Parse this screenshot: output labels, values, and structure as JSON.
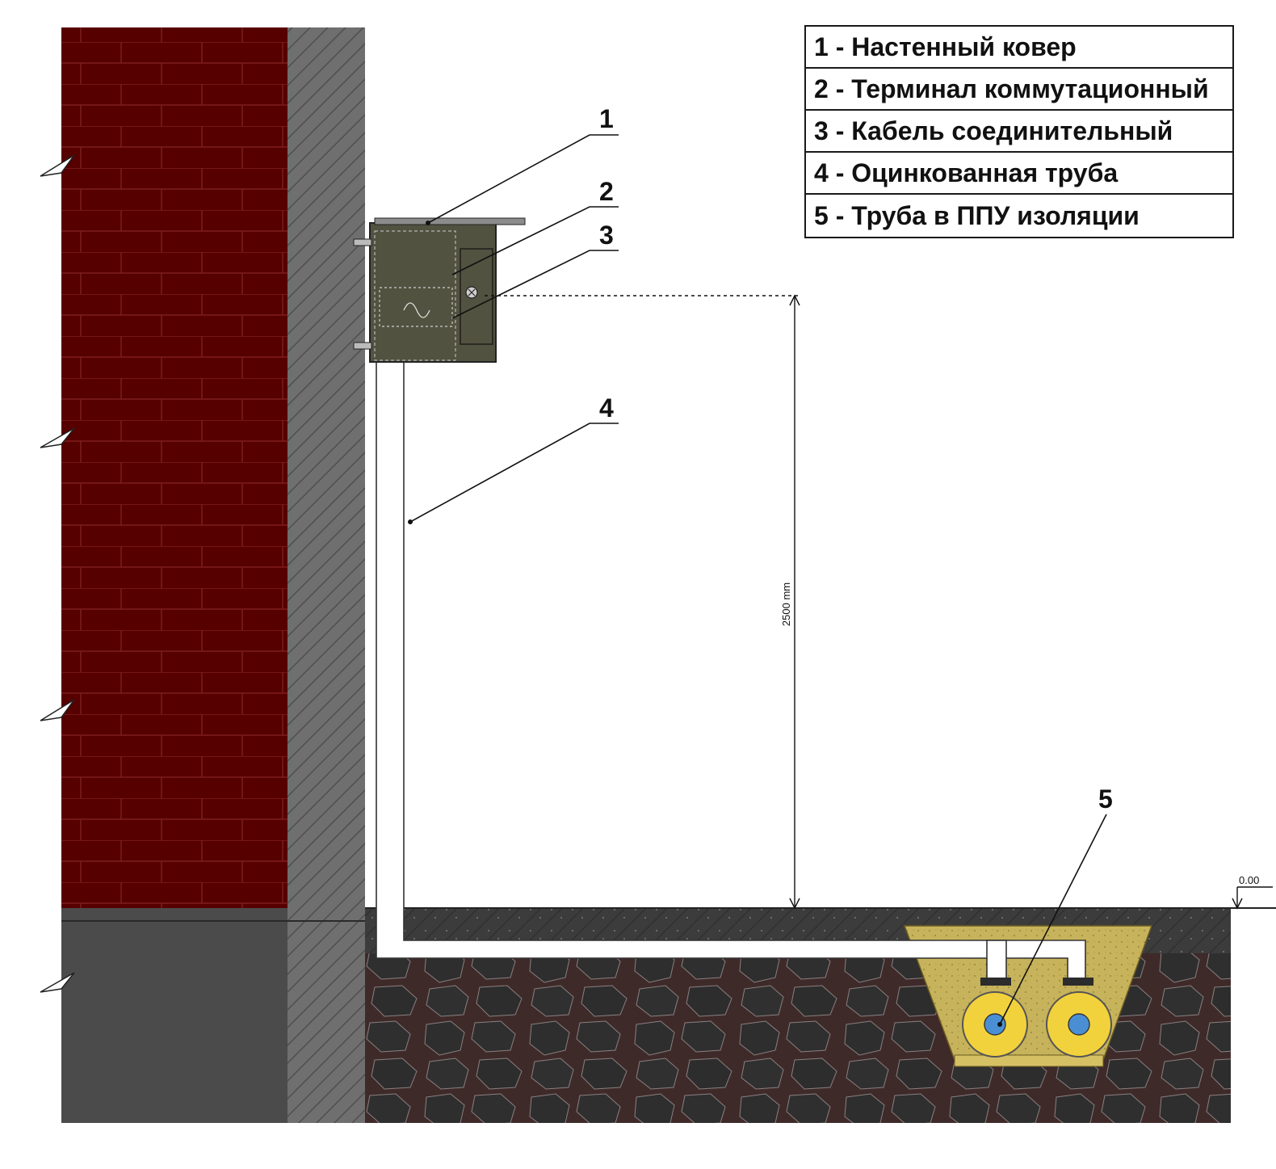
{
  "legend": [
    {
      "number": "1",
      "text": "1 - Настенный ковер"
    },
    {
      "number": "2",
      "text": "2 - Терминал коммутационный"
    },
    {
      "number": "3",
      "text": "3 - Кабель соединительный"
    },
    {
      "number": "4",
      "text": "4 - Оцинкованная труба"
    },
    {
      "number": "5",
      "text": "5 - Труба в ППУ изоляции"
    }
  ],
  "callouts": [
    "1",
    "2",
    "3",
    "4",
    "5"
  ],
  "dimension_label": "2500 mm",
  "level_mark": "0.00",
  "colors": {
    "brick": "#5a0000",
    "brick_mortar": "#7a1a1a",
    "insulation_wall": "#6e6e6e",
    "foundation": "#4a4a4a",
    "cabinet": "#4f4f3e",
    "soil": "#3a2626",
    "stones": "#2f2f2f",
    "sand_trench": "#c8b458",
    "ppu_insulation": "#f2d23c",
    "pipe_core": "#4a8fd4",
    "pavement": "#3a3a3a"
  }
}
